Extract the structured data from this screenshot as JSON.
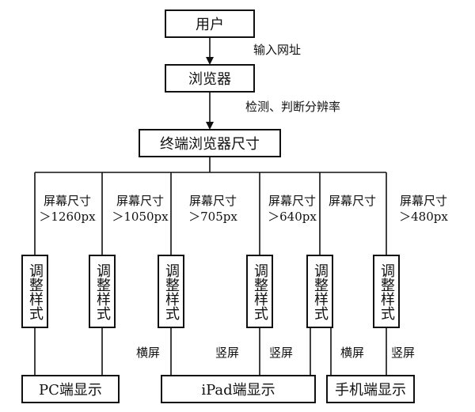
{
  "nodes": {
    "user": "用户",
    "browser": "浏览器",
    "terminal": "终端浏览器尺寸",
    "pc": "PC端显示",
    "ipad": "iPad端显示",
    "mobile": "手机端显示"
  },
  "edges": {
    "enter_url": "输入网址",
    "detect": "检测、判断分辨率"
  },
  "branches": [
    {
      "label": "屏幕尺寸",
      "condition": "＞1260px",
      "node": "调整样式"
    },
    {
      "label": "屏幕尺寸",
      "condition": "＞1050px",
      "node": "调整样式"
    },
    {
      "label": "屏幕尺寸",
      "condition": "＞705px",
      "node": "调整样式"
    },
    {
      "label": "屏幕尺寸",
      "condition": "＞640px",
      "node": "调整样式"
    },
    {
      "label": "屏幕尺寸",
      "condition": "",
      "node": "调整样式"
    },
    {
      "label": "屏幕尺寸",
      "condition": "＞480px",
      "node": "调整样式"
    }
  ],
  "orientation": {
    "b3": "横屏",
    "b4": "竖屏",
    "b5a": "竖屏",
    "b5b": "横屏",
    "b6": "竖屏"
  }
}
